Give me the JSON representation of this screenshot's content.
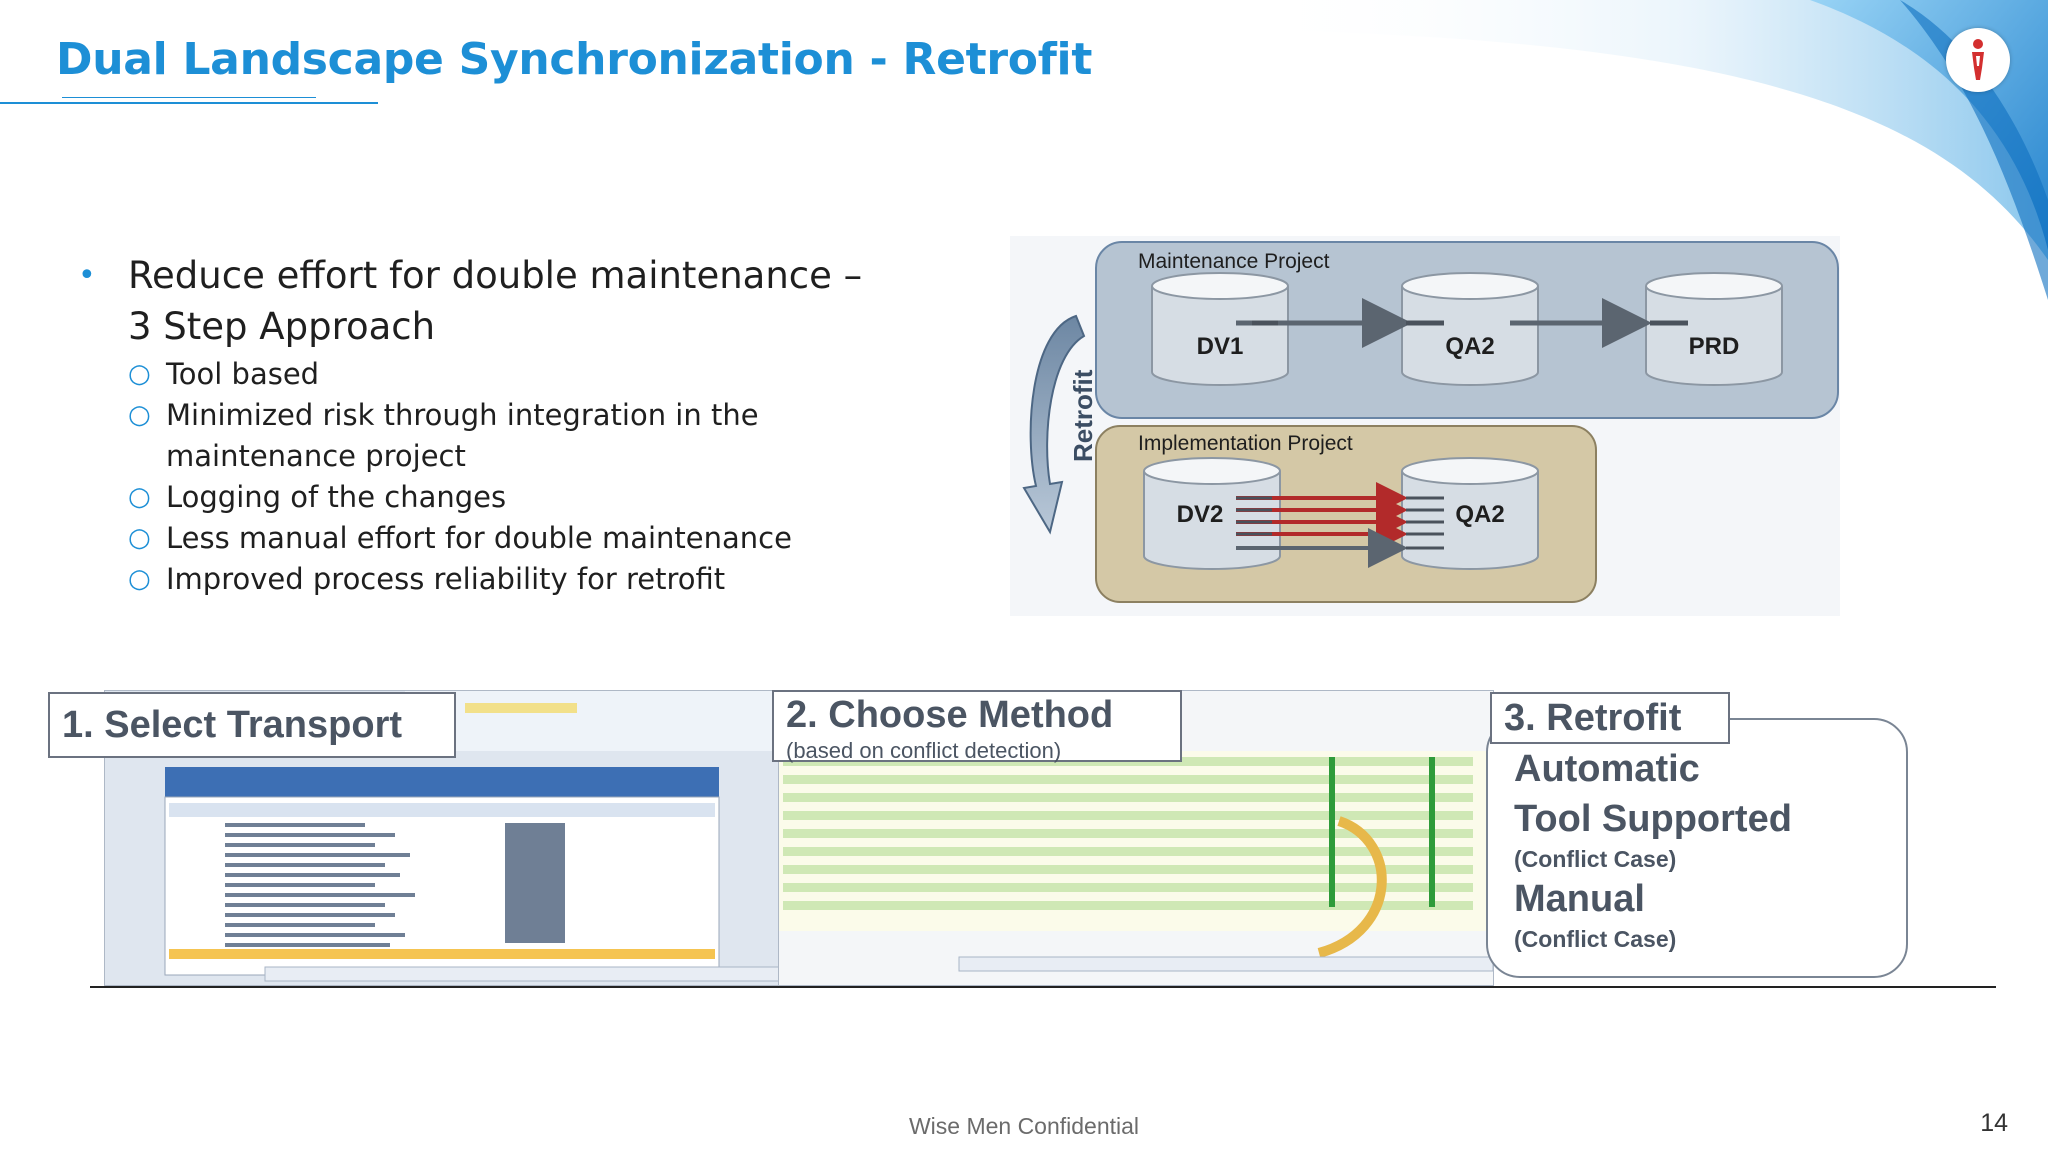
{
  "slide": {
    "title": "Dual Landscape Synchronization - Retrofit",
    "bullet": "Reduce effort for double maintenance – 3 Step Approach",
    "sub_bullets": [
      "Tool based",
      "Minimized risk through integration in the maintenance project",
      "Logging of the changes",
      "Less manual effort for double maintenance",
      "Improved process reliability for retrofit"
    ],
    "footer": "Wise Men Confidential",
    "page_number": "14"
  },
  "diagram": {
    "maintenance_label": "Maintenance Project",
    "implementation_label": "Implementation Project",
    "retrofit_label": "Retrofit",
    "systems": {
      "dv1": "DV1",
      "qa2_top": "QA2",
      "prd": "PRD",
      "dv2": "DV2",
      "qa2_bottom": "QA2"
    }
  },
  "steps": {
    "step1": "1. Select Transport",
    "step2": "2. Choose Method",
    "step2_sub": "(based on conflict detection)",
    "step3": "3. Retrofit",
    "methods": {
      "automatic": "Automatic",
      "tool_supported": "Tool Supported",
      "tool_supported_note": "(Conflict Case)",
      "manual": "Manual",
      "manual_note": "(Conflict Case)"
    }
  },
  "colors": {
    "accent": "#1d8fd6",
    "maintenance_box": "#b6c4d2",
    "implementation_box": "#d4c8a6",
    "transport_arrow": "#b22a2a"
  }
}
